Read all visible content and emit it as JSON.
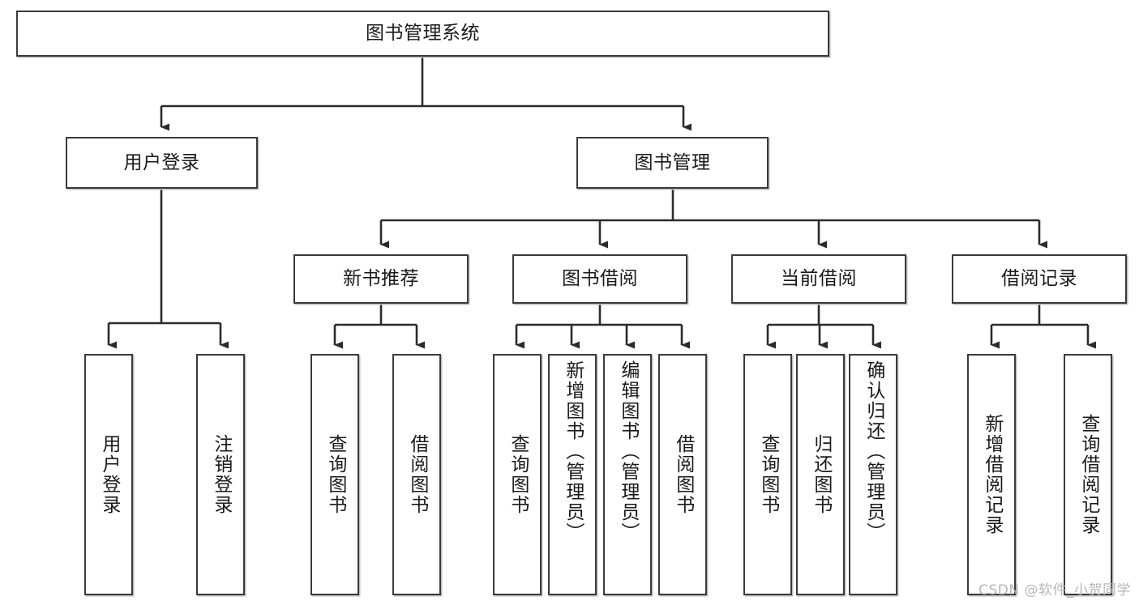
{
  "diagram": {
    "title": "图书管理系统",
    "type": "tree",
    "watermark": "CSDN @软件_小贺同学",
    "colors": {
      "box_border": "#3a3a3a",
      "box_fill": "#ffffff",
      "edge": "#2b2b2b",
      "shadow": "#bdbdbd",
      "watermark": "#b6b6b6",
      "background": "#ffffff"
    },
    "levels": {
      "root": "图书管理系统",
      "level2": [
        "用户登录",
        "图书管理"
      ],
      "level3": [
        "新书推荐",
        "图书借阅",
        "当前借阅",
        "借阅记录"
      ],
      "level4": [
        "用户登录",
        "注销登录",
        "查询图书",
        "借阅图书",
        "查询图书",
        "新增图书（管理员）",
        "编辑图书（管理员）",
        "借阅图书",
        "查询图书",
        "归还图书",
        "确认归还（管理员）",
        "新增借阅记录",
        "查询借阅记录"
      ]
    },
    "nodes": {
      "root": {
        "label": "图书管理系统"
      },
      "user_login": {
        "label": "用户登录"
      },
      "book_manage": {
        "label": "图书管理"
      },
      "new_book_rec": {
        "label": "新书推荐"
      },
      "book_borrow": {
        "label": "图书借阅"
      },
      "current_borrow": {
        "label": "当前借阅"
      },
      "borrow_record": {
        "label": "借阅记录"
      },
      "leaf_user_login": {
        "label": "用户登录"
      },
      "leaf_logout": {
        "label": "注销登录"
      },
      "leaf_query_book_1": {
        "label": "查询图书"
      },
      "leaf_borrow_book_1": {
        "label": "借阅图书"
      },
      "leaf_query_book_2": {
        "label": "查询图书"
      },
      "leaf_add_book": {
        "label": "新增图书（管理员）"
      },
      "leaf_edit_book": {
        "label": "编辑图书（管理员）"
      },
      "leaf_borrow_book_2": {
        "label": "借阅图书"
      },
      "leaf_query_book_3": {
        "label": "查询图书"
      },
      "leaf_return_book": {
        "label": "归还图书"
      },
      "leaf_confirm_return": {
        "label": "确认归还（管理员）"
      },
      "leaf_add_record": {
        "label": "新增借阅记录"
      },
      "leaf_query_record": {
        "label": "查询借阅记录"
      }
    },
    "edges": [
      {
        "from": "root",
        "to": "user_login"
      },
      {
        "from": "root",
        "to": "book_manage"
      },
      {
        "from": "user_login",
        "to": "leaf_user_login"
      },
      {
        "from": "user_login",
        "to": "leaf_logout"
      },
      {
        "from": "book_manage",
        "to": "new_book_rec"
      },
      {
        "from": "book_manage",
        "to": "book_borrow"
      },
      {
        "from": "book_manage",
        "to": "current_borrow"
      },
      {
        "from": "book_manage",
        "to": "borrow_record"
      },
      {
        "from": "new_book_rec",
        "to": "leaf_query_book_1"
      },
      {
        "from": "new_book_rec",
        "to": "leaf_borrow_book_1"
      },
      {
        "from": "book_borrow",
        "to": "leaf_query_book_2"
      },
      {
        "from": "book_borrow",
        "to": "leaf_add_book"
      },
      {
        "from": "book_borrow",
        "to": "leaf_edit_book"
      },
      {
        "from": "book_borrow",
        "to": "leaf_borrow_book_2"
      },
      {
        "from": "current_borrow",
        "to": "leaf_query_book_3"
      },
      {
        "from": "current_borrow",
        "to": "leaf_return_book"
      },
      {
        "from": "current_borrow",
        "to": "leaf_confirm_return"
      },
      {
        "from": "borrow_record",
        "to": "leaf_add_record"
      },
      {
        "from": "borrow_record",
        "to": "leaf_query_record"
      }
    ]
  }
}
